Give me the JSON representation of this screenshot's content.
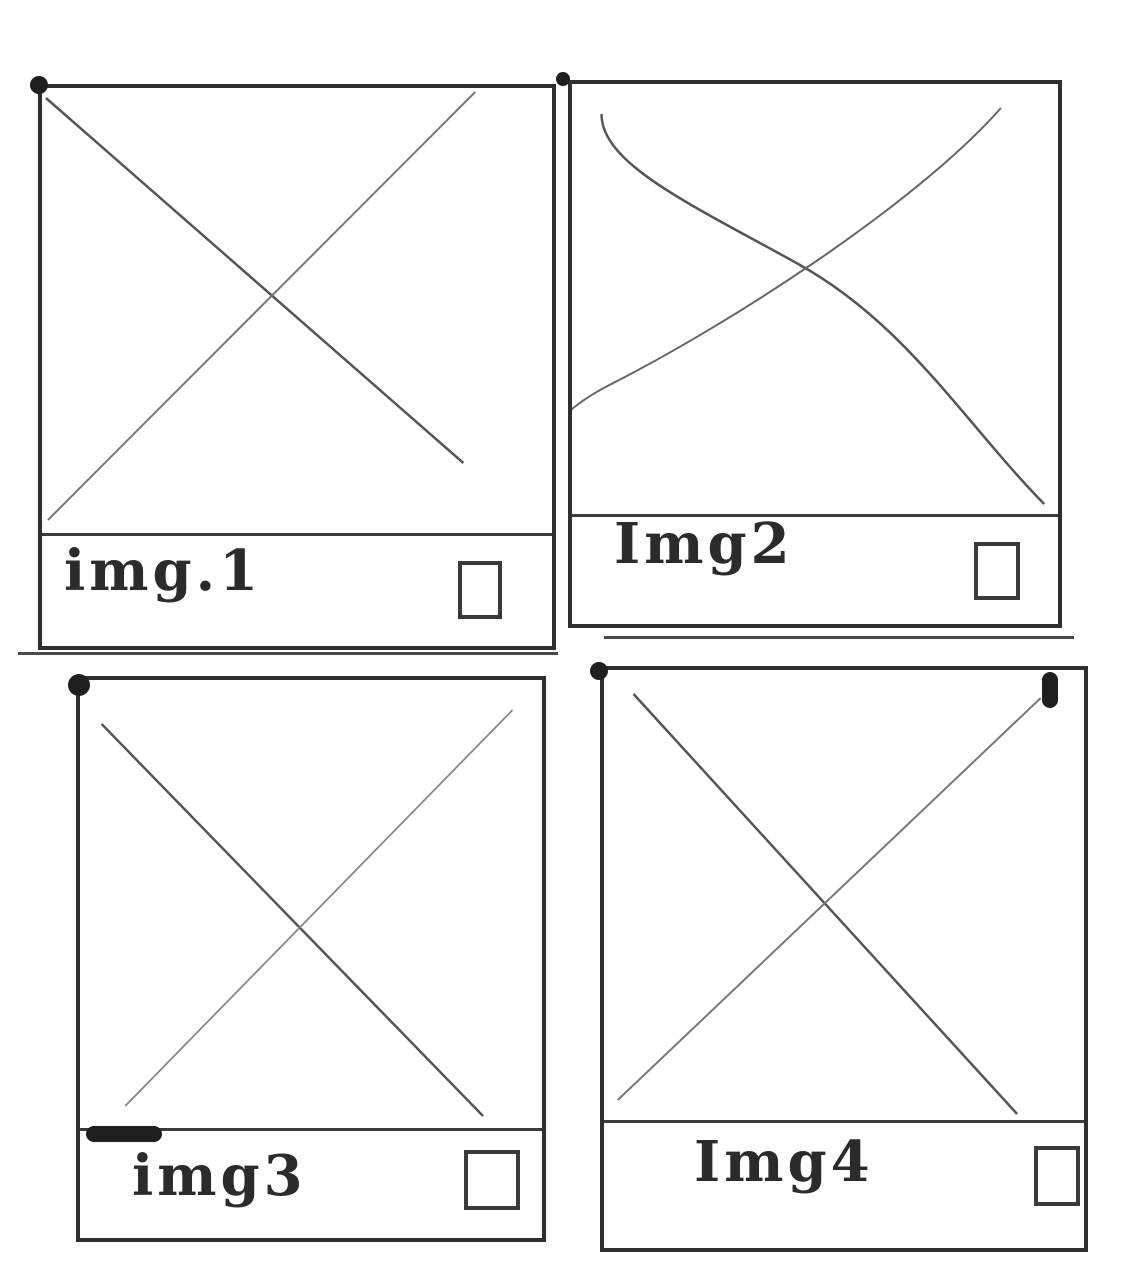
{
  "cards": [
    {
      "label": "img.1",
      "checkbox_icon": "checkbox-icon"
    },
    {
      "label": "Img2",
      "checkbox_icon": "checkbox-icon"
    },
    {
      "label": "img3",
      "checkbox_icon": "checkbox-icon"
    },
    {
      "label": "Img4",
      "checkbox_icon": "checkbox-icon"
    }
  ],
  "placeholder_icon": "image-placeholder-icon"
}
